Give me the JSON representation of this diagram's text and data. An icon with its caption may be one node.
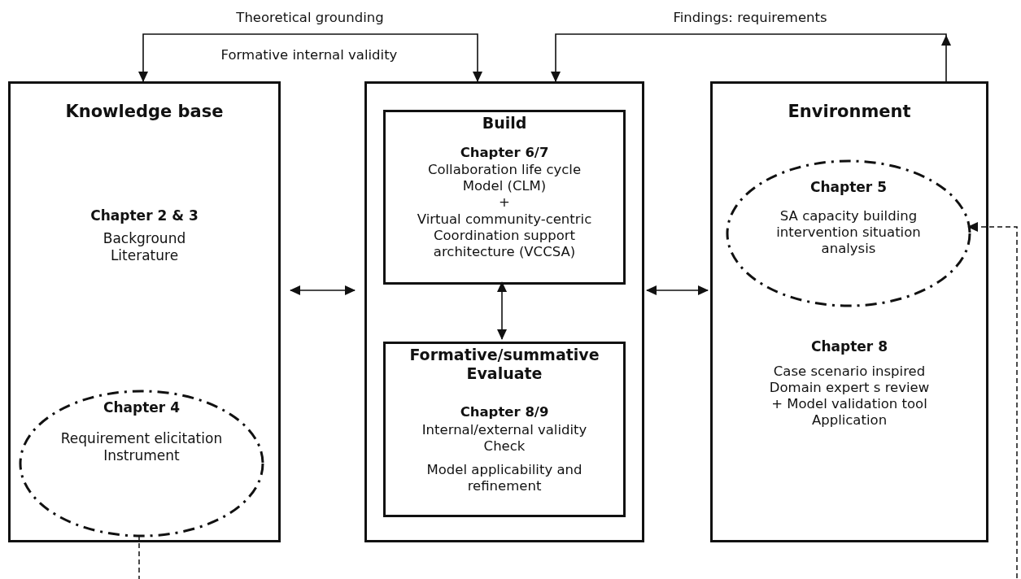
{
  "diagram": {
    "nodes": [
      {
        "text": [
          "Knowledge base",
          "Chapter 2 & 3",
          "Background Literature"
        ]
      },
      {
        "text": [
          "Chapter 4",
          "Requirement elicitation Instrument"
        ],
        "in": 0
      },
      {
        "text": [],
        "shape": "box"
      },
      {
        "text": [
          "Build",
          "Chapter 6/7",
          "Collaboration life cycle Model  (CLM)",
          "+",
          "Virtual community-centric Coordination support architecture  (VCCSA)"
        ],
        "in": 2
      },
      {
        "text": [
          "Formative/summative Evaluate",
          "Chapter 8/9",
          "Internal/external validity Check",
          "Model applicability and refinement"
        ],
        "in": 2
      },
      {
        "text": [
          "Environment",
          "Chapter 8",
          "Case scenario inspired Domain expert s review + Model validation tool Application"
        ]
      },
      {
        "text": [
          "Chapter 5",
          "SA capacity building intervention situation analysis"
        ],
        "in": 5
      }
    ],
    "edges": [
      {
        "from": 2,
        "to": 0,
        "arrow": "both",
        "label": "Theoretical grounding"
      },
      {
        "from": 5,
        "to": 2,
        "arrow": "to",
        "label": "Findings: requirements"
      },
      {
        "from": 0,
        "to": 2,
        "arrow": "both"
      },
      {
        "from": 3,
        "to": 4,
        "arrow": "both"
      },
      {
        "from": 2,
        "to": 5,
        "arrow": "both"
      },
      {
        "from": 1,
        "to": 6,
        "arrow": "to",
        "style": "dashed"
      }
    ],
    "labels": [
      "Formative internal validity"
    ]
  }
}
